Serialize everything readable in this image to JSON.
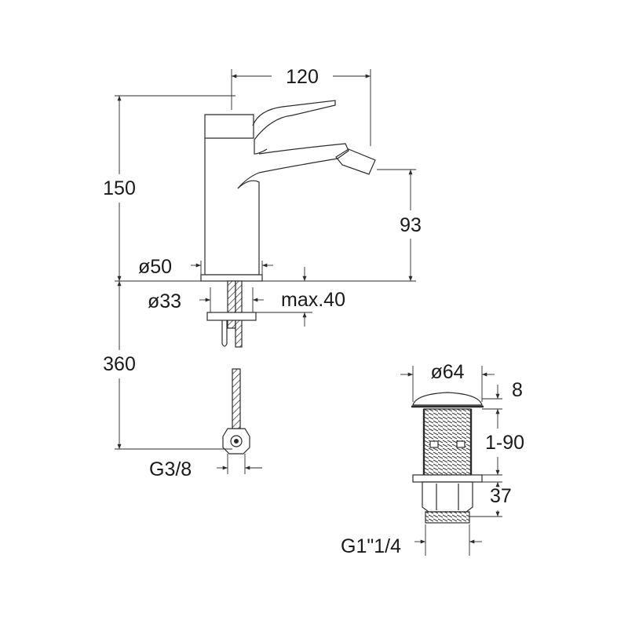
{
  "faucet": {
    "width": "120",
    "height": "150",
    "spout_height": "93",
    "base_diameter": "ø50",
    "hole_diameter": "ø33",
    "max_thickness": "max.40",
    "hose_length": "360",
    "hose_thread": "G3/8"
  },
  "drain": {
    "cap_diameter": "ø64",
    "cap_height": "8",
    "adjust_range": "1-90",
    "nut_height": "37",
    "thread": "G1\"1/4"
  }
}
